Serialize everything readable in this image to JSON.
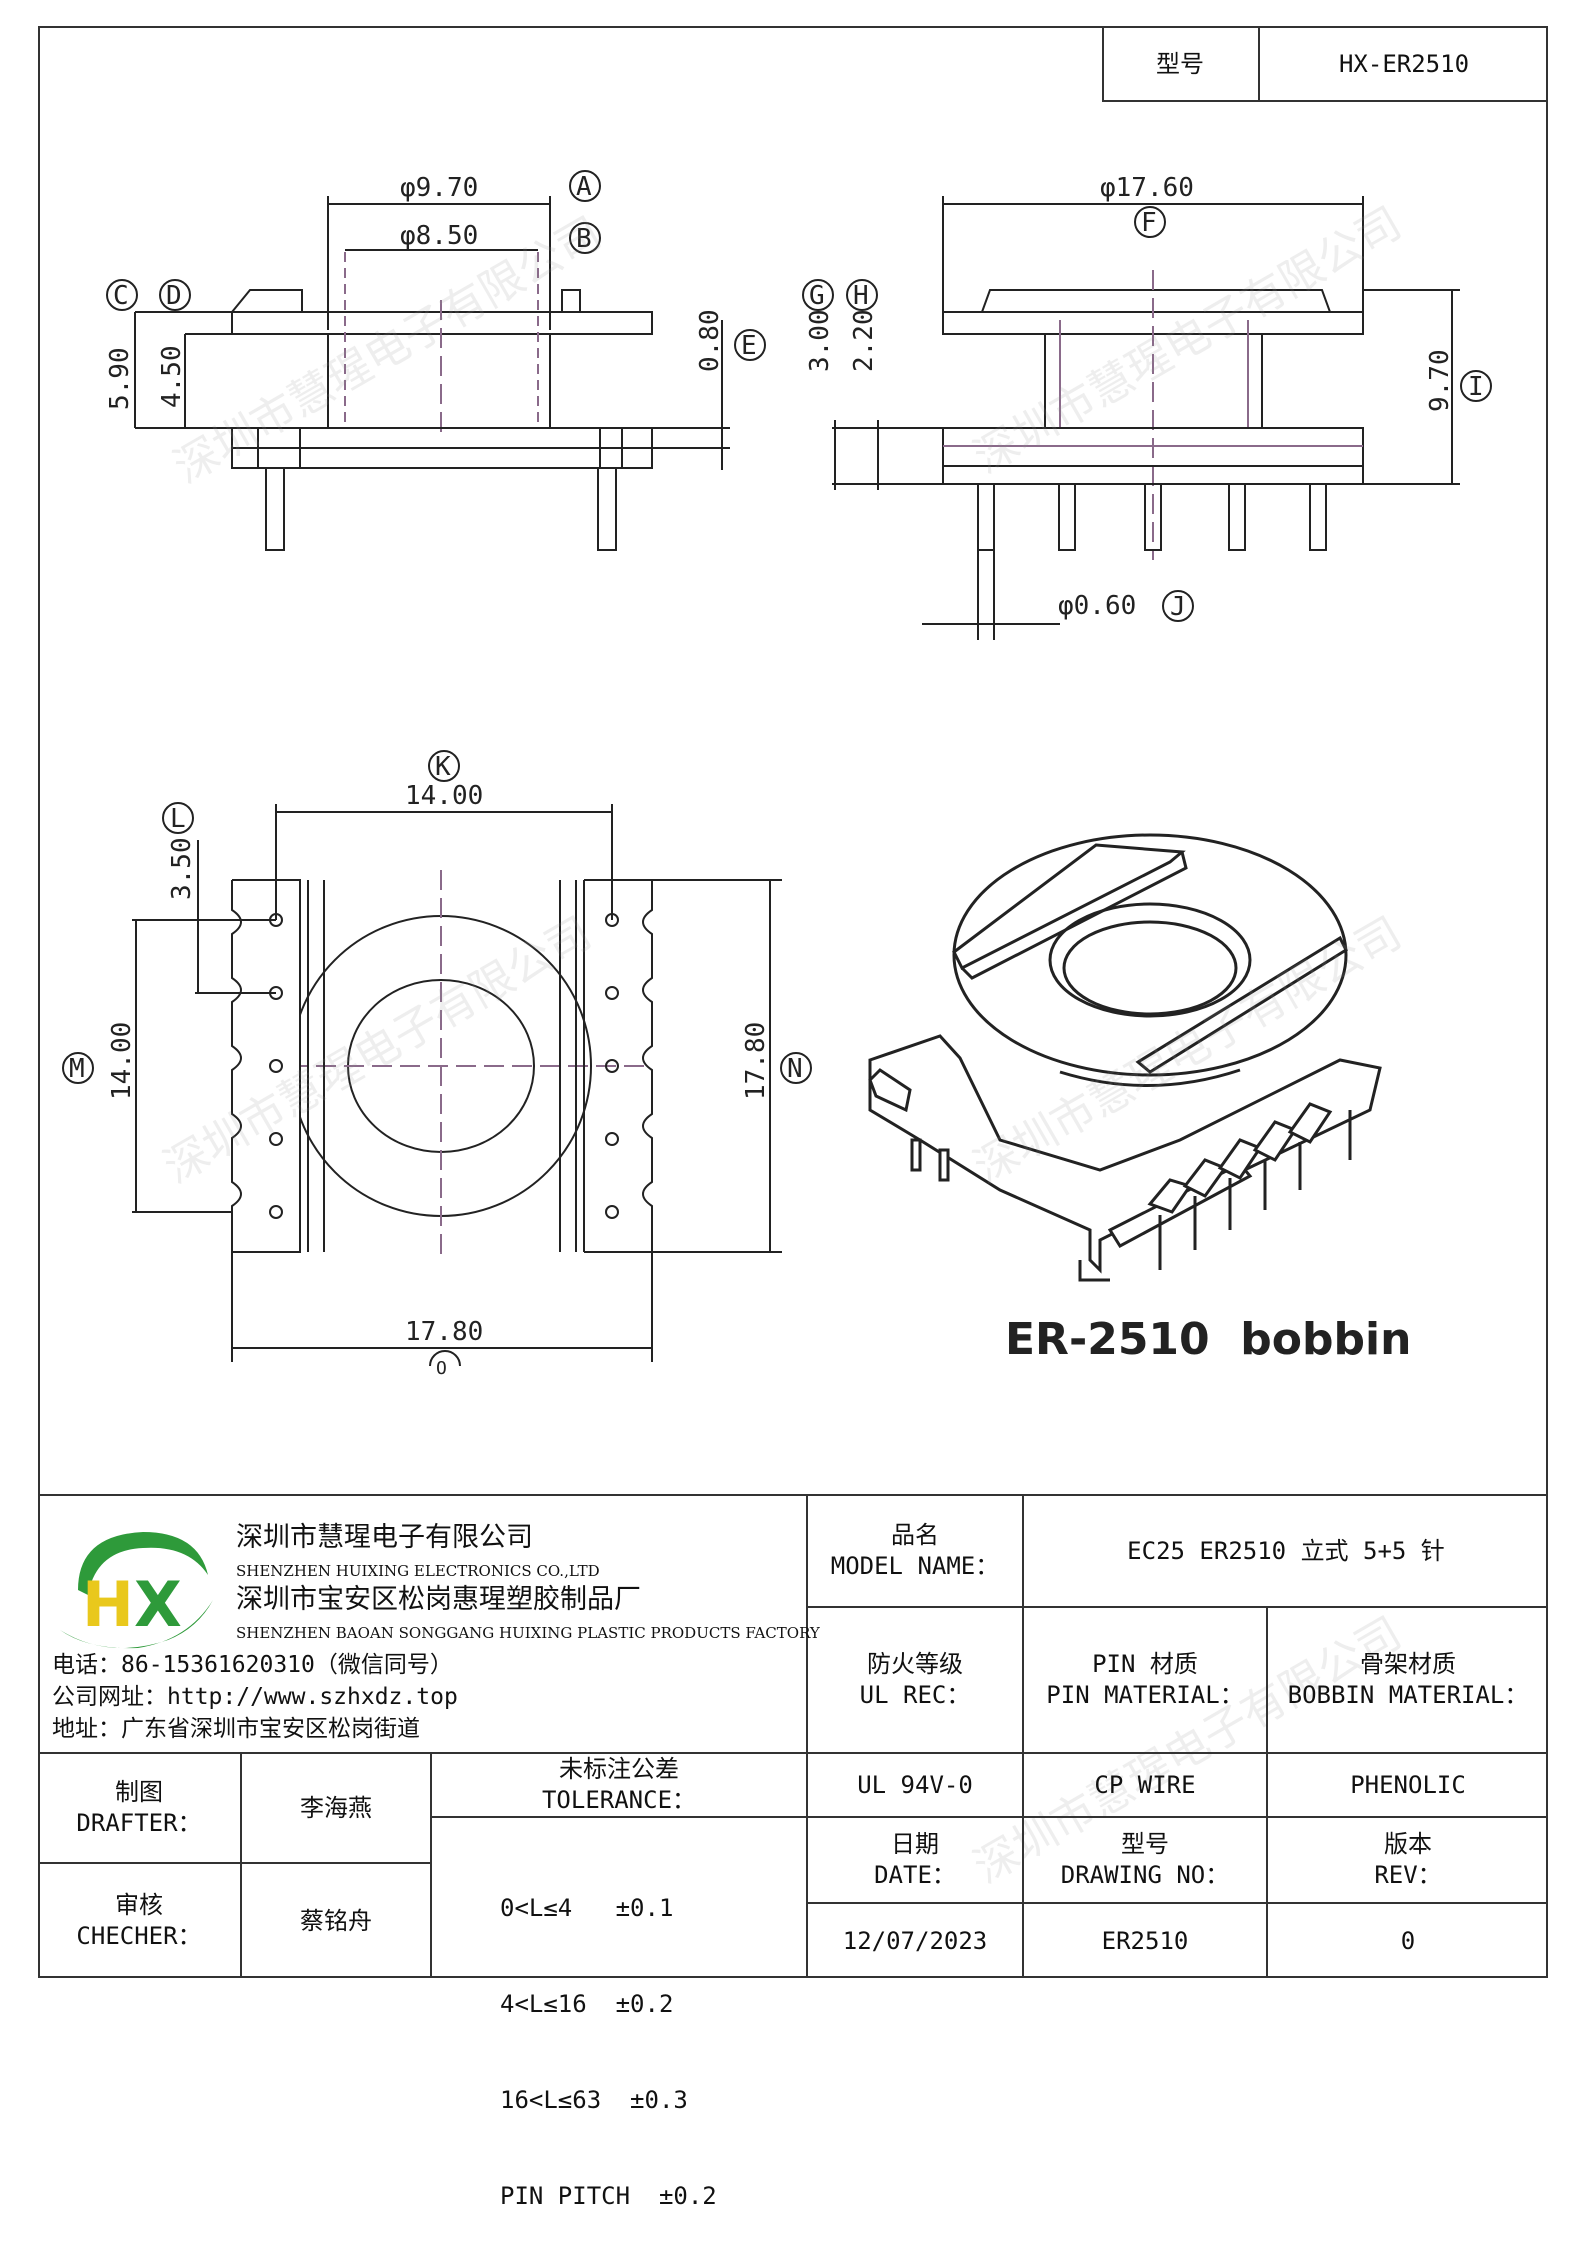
{
  "header": {
    "model_label": "型号",
    "model_value": "HX-ER2510"
  },
  "dimensions": {
    "front": {
      "A": "φ9.70",
      "B": "φ8.50",
      "E": "0.80",
      "C_val": "5.90",
      "D_val": "4.50"
    },
    "side": {
      "F": "φ17.60",
      "G_val": "3.00",
      "H_val": "2.20",
      "I_val": "9.70",
      "J": "φ0.60"
    },
    "bottom": {
      "K": "14.00",
      "L_val": "3.50",
      "M_val": "14.00",
      "N_val": "17.80",
      "O_val": "17.80"
    },
    "letters": [
      "A",
      "B",
      "C",
      "D",
      "E",
      "F",
      "G",
      "H",
      "I",
      "J",
      "K",
      "L",
      "M",
      "N",
      "O"
    ]
  },
  "product_caption": "ER-2510  bobbin",
  "watermark": "深圳市慧瑆电子有限公司",
  "company": {
    "name_cn": "深圳市慧瑆电子有限公司",
    "name_en": "SHENZHEN HUIXING ELECTRONICS CO.,LTD",
    "factory_cn": "深圳市宝安区松岗惠瑆塑胶制品厂",
    "factory_en": "SHENZHEN BAOAN SONGGANG HUIXING PLASTIC PRODUCTS FACTORY",
    "phone": "电话：86-15361620310（微信同号）",
    "website": "公司网址：http://www.szhxdz.top",
    "address": "地址：广东省深圳市宝安区松岗街道",
    "logo_letters": "HX",
    "logo_colors": {
      "green": "#2e9a3a",
      "yellow": "#e9c81c"
    }
  },
  "table": {
    "model_name_cn": "品名",
    "model_name_en": "MODEL NAME：",
    "model_name_value": "EC25 ER2510 立式 5+5 针",
    "ul_cn": "防火等级",
    "ul_en": "UL REC：",
    "pin_cn": "PIN 材质",
    "pin_en": "PIN MATERIAL：",
    "bobbin_cn": "骨架材质",
    "bobbin_en": "BOBBIN MATERIAL：",
    "drafter_cn": "制图",
    "drafter_en": "DRAFTER：",
    "drafter_name": "李海燕",
    "checker_cn": "审核",
    "checker_en": "CHECHER：",
    "checker_name": "蔡铭舟",
    "tolerance_cn": "未标注公差",
    "tolerance_en": "TOLERANCE：",
    "tol1": "0<L≤4   ±0.1",
    "tol2": "4<L≤16  ±0.2",
    "tol3": "16<L≤63  ±0.3",
    "tol4": "PIN PITCH  ±0.2",
    "ul_value": "UL 94V-0",
    "pin_value": "CP WIRE",
    "bobbin_value": "PHENOLIC",
    "date_cn": "日期",
    "date_en": "DATE：",
    "drawing_cn": "型号",
    "drawing_en": "DRAWING NO：",
    "rev_cn": "版本",
    "rev_en": "REV：",
    "date_value": "12/07/2023",
    "drawing_value": "ER2510",
    "rev_value": "0"
  }
}
